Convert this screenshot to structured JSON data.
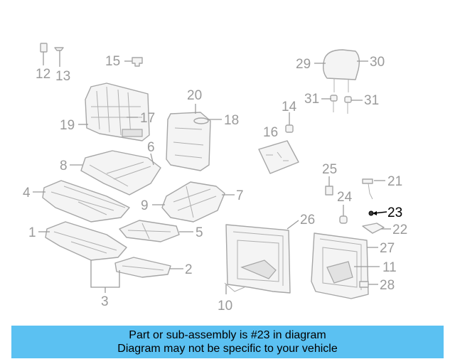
{
  "callouts": {
    "c1": "1",
    "c2": "2",
    "c3": "3",
    "c4": "4",
    "c5": "5",
    "c6": "6",
    "c7": "7",
    "c8": "8",
    "c9": "9",
    "c10": "10",
    "c11": "11",
    "c12": "12",
    "c13": "13",
    "c14": "14",
    "c15": "15",
    "c16": "16",
    "c17": "17",
    "c18": "18",
    "c19": "19",
    "c20": "20",
    "c21": "21",
    "c22": "22",
    "c23": "23",
    "c24": "24",
    "c25": "25",
    "c26": "26",
    "c27": "27",
    "c28": "28",
    "c29": "29",
    "c30": "30",
    "c31a": "31",
    "c31b": "31"
  },
  "highlighted_callout": "23",
  "colors": {
    "banner_bg": "#5bc1f2",
    "callout_gray": "#9a9a9a",
    "highlight": "#000000"
  },
  "banner": {
    "line1": "Part or sub-assembly is #23 in diagram",
    "line2": "Diagram may not be specific to your vehicle"
  }
}
